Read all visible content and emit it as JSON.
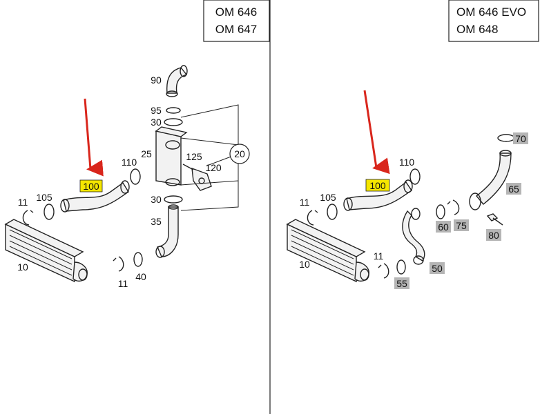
{
  "colors": {
    "highlight": "#f5e600",
    "arrow": "#d9261c",
    "grey_tag": "#b5b5b5"
  },
  "left_panel": {
    "engines": [
      "OM 646",
      "OM 647"
    ],
    "highlighted_label": "100",
    "labels": {
      "l90": "90",
      "l95": "95",
      "l30a": "30",
      "l25": "25",
      "l125": "125",
      "l120": "120",
      "l20": "20",
      "l30b": "30",
      "l35": "35",
      "l110": "110",
      "l105": "105",
      "l11a": "11",
      "l10": "10",
      "l11b": "11",
      "l40": "40"
    }
  },
  "right_panel": {
    "engines": [
      "OM 646 EVO",
      "OM 648"
    ],
    "highlighted_label": "100",
    "labels": {
      "l110": "110",
      "l105": "105",
      "l11a": "11",
      "l10": "10",
      "l11b": "11"
    },
    "grey_labels": {
      "g70": "70",
      "g65": "65",
      "g60": "60",
      "g75": "75",
      "g80": "80",
      "g50": "50",
      "g55": "55"
    }
  }
}
